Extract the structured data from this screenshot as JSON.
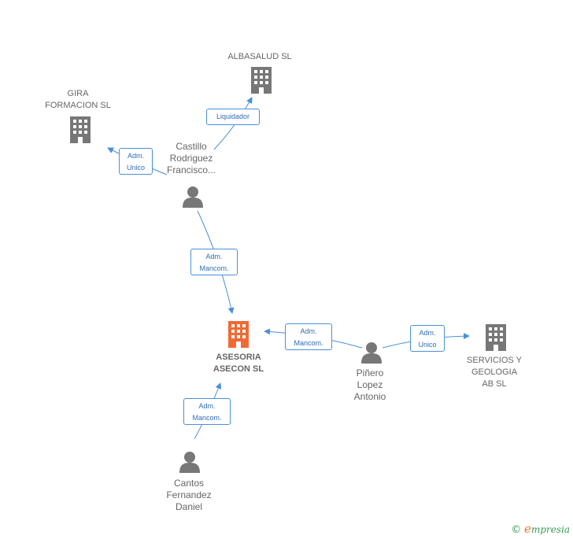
{
  "companies": {
    "albasalud": "ALBASALUD SL",
    "gira": "GIRA\nFORMACION SL",
    "asesoria": "ASESORIA\nASECON SL",
    "servicios": "SERVICIOS Y\nGEOLOGIA\nAB SL"
  },
  "people": {
    "castillo": "Castillo\nRodriguez\nFrancisco...",
    "pinero": "Piñero\nLopez\nAntonio",
    "cantos": "Cantos\nFernandez\nDaniel"
  },
  "relations": {
    "liquidador": "Liquidador",
    "adm_unico_gira": "Adm.\nUnico",
    "adm_mancom_castillo": "Adm.\nMancom.",
    "adm_mancom_pinero": "Adm.\nMancom.",
    "adm_unico_servicios": "Adm.\nUnico",
    "adm_mancom_cantos": "Adm.\nMancom."
  },
  "colors": {
    "edge": "#4a90d9",
    "building": "#777777",
    "building_main": "#f06a35",
    "person": "#777777"
  },
  "icons": {
    "company": "building-icon",
    "person": "person-icon"
  },
  "brand": {
    "copyright": "©",
    "e": "e",
    "name": "mpresia"
  }
}
